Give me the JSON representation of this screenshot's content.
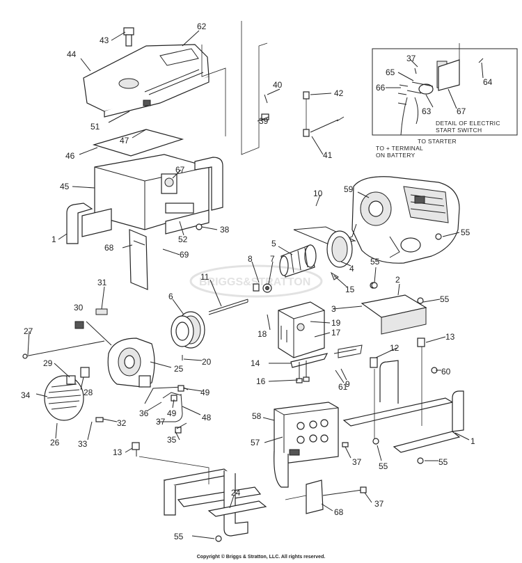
{
  "detail_box": {
    "title_line1": "DETAIL OF ELECTRIC",
    "title_line2": "START SWITCH",
    "to_starter": "TO STARTER",
    "to_battery_line1": "TO + TERMINAL",
    "to_battery_line2": "ON BATTERY"
  },
  "watermark": "BRIGGS&STRATTON",
  "copyright": "Copyright © Briggs & Stratton, LLC. All rights reserved.",
  "callouts": {
    "c43": "43",
    "c62": "62",
    "c44": "44",
    "c40": "40",
    "c42": "42",
    "c39": "39",
    "c41": "41",
    "c51": "51",
    "c47": "47",
    "c46": "46",
    "c45": "45",
    "c67a": "67",
    "c52": "52",
    "c38": "38",
    "c1a": "1",
    "c68a": "68",
    "c69": "69",
    "c10": "10",
    "c59": "59",
    "c55a": "55",
    "c5": "5",
    "c8": "8",
    "c7": "7",
    "c4": "4",
    "c15": "15",
    "c11": "11",
    "c31": "31",
    "c6": "6",
    "c30": "30",
    "c27": "27",
    "c25": "25",
    "c20": "20",
    "c29": "29",
    "c28": "28",
    "c34": "34",
    "c26": "26",
    "c33": "33",
    "c32": "32",
    "c36": "36",
    "c49a": "49",
    "c49b": "49",
    "c48": "48",
    "c37a": "37",
    "c35": "35",
    "c13a": "13",
    "c18": "18",
    "c19": "19",
    "c17": "17",
    "c14": "14",
    "c16": "16",
    "c9": "9",
    "c61": "61",
    "c12": "12",
    "c55b": "55",
    "c2": "2",
    "c3": "3",
    "c55c": "55",
    "c13b": "13",
    "c60": "60",
    "c58": "58",
    "c57": "57",
    "c37b": "37",
    "c24": "24",
    "c55d": "55",
    "c68b": "68",
    "c37c": "37",
    "c55e": "55",
    "c55f": "55",
    "c1b": "1",
    "c37d": "37",
    "c65": "65",
    "c66": "66",
    "c63": "63",
    "c67b": "67",
    "c64": "64"
  }
}
